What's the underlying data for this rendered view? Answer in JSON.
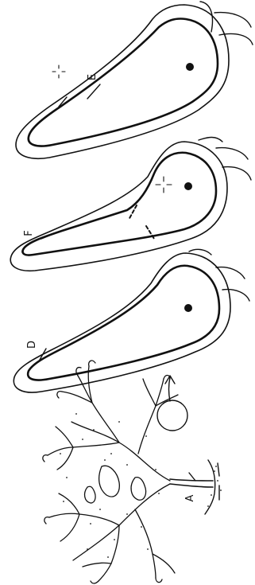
{
  "figure": {
    "labels": {
      "a": "A",
      "d": "D",
      "e": "E",
      "f": "F"
    },
    "colors": {
      "ink": "#111111",
      "background": "#ffffff"
    }
  }
}
